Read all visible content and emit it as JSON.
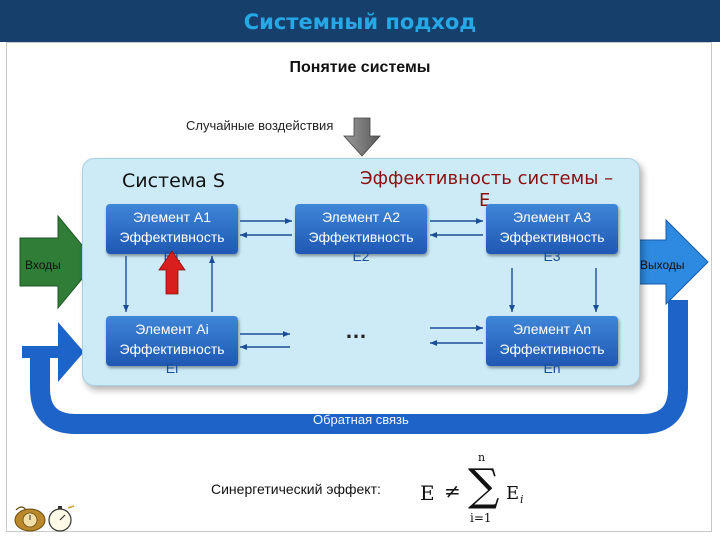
{
  "header": {
    "title": "Системный подход"
  },
  "slide": {
    "subtitle": "Понятие системы"
  },
  "diagram": {
    "random_effects": "Случайные воздействия",
    "system_label": "Система  S",
    "system_efficiency": "Эффективность системы –",
    "system_efficiency_symbol": "E",
    "inputs": "Входы",
    "outputs": "Выходы",
    "feedback": "Обратная связь",
    "ellipsis": "…",
    "elements": {
      "a1": {
        "name": "Элемент А1",
        "eff": "Эффективность",
        "sym": "E1"
      },
      "a2": {
        "name": "Элемент А2",
        "eff": "Эффективность",
        "sym": "E2"
      },
      "a3": {
        "name": "Элемент А3",
        "eff": "Эффективность",
        "sym": "E3"
      },
      "ai": {
        "name": "Элемент Аi",
        "eff": "Эффективность",
        "sym": "Ei"
      },
      "an": {
        "name": "Элемент Аn",
        "eff": "Эффективность",
        "sym": "En"
      }
    }
  },
  "synergy": {
    "label": "Синергетический эффект:",
    "lhs": "E",
    "neq": "≠",
    "upper": "n",
    "sum": "∑",
    "term": "E",
    "sub": "i",
    "lower": "i=1"
  },
  "colors": {
    "header": "#16406b",
    "title": "#27a8e6",
    "element": "#2a6cc4",
    "arrow_blue": "#1e63c8",
    "arrow_green": "#2f7d36",
    "red_arrow": "#d91e1e"
  },
  "icons": [
    "gray-down-arrow-icon",
    "red-up-arrow-icon",
    "clock-icon",
    "stopwatch-icon"
  ]
}
